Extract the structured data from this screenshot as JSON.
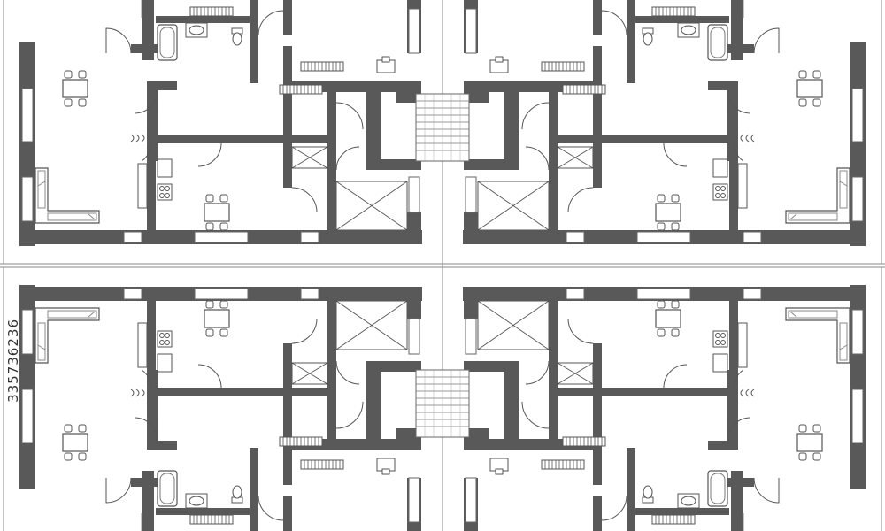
{
  "image": {
    "watermark_text": "335736236",
    "wall_color": "#595959",
    "line_color": "#777777",
    "background_color": "#ffffff"
  },
  "units": [
    {
      "position": "top-left"
    },
    {
      "position": "top-right"
    },
    {
      "position": "bottom-left"
    },
    {
      "position": "bottom-right"
    }
  ],
  "room_fixtures": [
    "bathtub-icon",
    "sink-icon",
    "toilet-icon",
    "dining-table-icon",
    "sofa-icon",
    "stove-icon",
    "radiator-icon",
    "desk-icon",
    "staircase-icon",
    "elevator-shaft-icon",
    "door-swing-icon",
    "window-icon"
  ]
}
